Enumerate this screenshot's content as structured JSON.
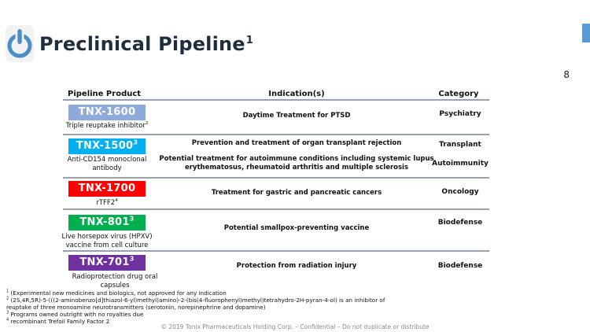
{
  "header": {
    "title": "Preclinical Pipeline",
    "title_sup": "1",
    "page_number": "8"
  },
  "columns": {
    "product": "Pipeline Product",
    "indication": "Indication(s)",
    "category": "Category"
  },
  "rows": [
    {
      "product": "TNX-1600",
      "product_sup": "",
      "color": "#8eaadb",
      "description": "Triple reuptake inhibitor",
      "description_sup": "2",
      "indications": [
        "Daytime Treatment for PTSD"
      ],
      "categories": [
        "Psychiatry"
      ]
    },
    {
      "product": "TNX-1500",
      "product_sup": "3",
      "color": "#00b0f0",
      "description": "Anti-CD154 monoclonal antibody",
      "description_sup": "",
      "indications": [
        "Prevention and treatment of organ transplant rejection",
        "Potential treatment for autoimmune conditions including systemic lupus erythematosus, rheumatoid arthritis and multiple sclerosis"
      ],
      "categories": [
        "Transplant",
        "Autoimmunity"
      ]
    },
    {
      "product": "TNX-1700",
      "product_sup": "",
      "color": "#ff0000",
      "description": "rTFF2",
      "description_sup": "4",
      "indications": [
        "Treatment for gastric and pancreatic cancers"
      ],
      "categories": [
        "Oncology"
      ]
    },
    {
      "product": "TNX-801",
      "product_sup": "3",
      "color": "#00b050",
      "description": "Live horsepox virus (HPXV) vaccine from cell culture",
      "description_sup": "",
      "indications": [
        "Potential smallpox-preventing vaccine"
      ],
      "categories": [
        "Biodefense"
      ]
    },
    {
      "product": "TNX-701",
      "product_sup": "3",
      "color": "#7030a0",
      "description": "Radioprotection drug oral capsules",
      "description_sup": "",
      "indications": [
        "Protection from radiation injury"
      ],
      "categories": [
        "Biodefense"
      ]
    }
  ],
  "footnotes": [
    {
      "mark": "1",
      "text": " (Experimental new medicines and biologics, not approved for any indication"
    },
    {
      "mark": "2",
      "text": " (2S,4R,5R)-5-(((2-aminobenzo[d]thiazol-6-yl)methyl)amino)-2-(bis(4-fluorophenyl)methyl)tetrahydro-2H-pyran-4-ol) is an inhibitor of"
    },
    {
      "mark": "",
      "text": "reuptake of three monoamine neurotransmitters (serotonin, norepinephrine and dopamine)"
    },
    {
      "mark": "3",
      "text": " Programs owned outright with no royalties due"
    },
    {
      "mark": "4",
      "text": " recombinant Trefoil Family Factor 2"
    }
  ],
  "copyright": "© 2019 Tonix Pharmaceuticals Holding Corp. – Confidential – Do not duplicate or distribute",
  "colors": {
    "title": "#1f2d3d",
    "logo_blue": "#4a8fc9",
    "rule": "#9aa3ab"
  },
  "icons": {
    "logo": "power-button-logo"
  }
}
